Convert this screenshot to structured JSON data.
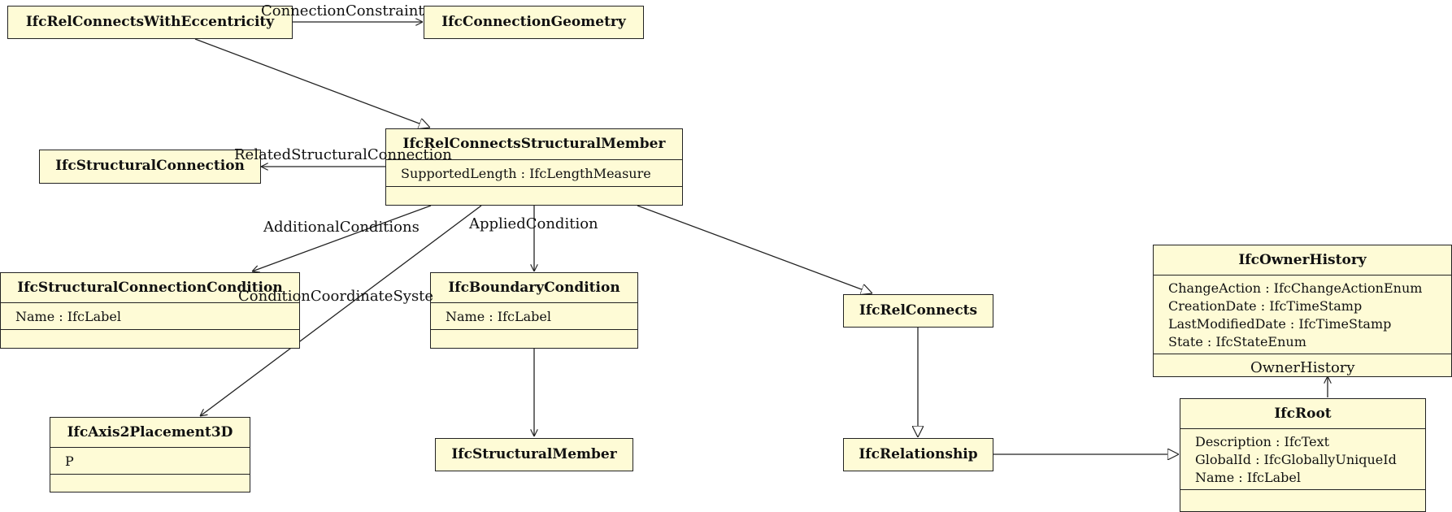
{
  "classes": {
    "rel_ecc": {
      "name": "IfcRelConnectsWithEccentricity"
    },
    "conn_geom": {
      "name": "IfcConnectionGeometry"
    },
    "struct_conn": {
      "name": "IfcStructuralConnection"
    },
    "rel_csm": {
      "name": "IfcRelConnectsStructuralMember",
      "attrs": [
        "SupportedLength : IfcLengthMeasure"
      ]
    },
    "struct_cond": {
      "name": "IfcStructuralConnectionCondition",
      "attrs": [
        "Name : IfcLabel"
      ]
    },
    "boundary": {
      "name": "IfcBoundaryCondition",
      "attrs": [
        "Name : IfcLabel"
      ]
    },
    "rel_connects": {
      "name": "IfcRelConnects"
    },
    "owner": {
      "name": "IfcOwnerHistory",
      "attrs": [
        "ChangeAction : IfcChangeActionEnum",
        "CreationDate : IfcTimeStamp",
        "LastModifiedDate : IfcTimeStamp",
        "State : IfcStateEnum"
      ]
    },
    "axis": {
      "name": "IfcAxis2Placement3D",
      "attrs": [
        "P"
      ]
    },
    "member": {
      "name": "IfcStructuralMember"
    },
    "relationship": {
      "name": "IfcRelationship"
    },
    "root": {
      "name": "IfcRoot",
      "attrs": [
        "Description : IfcText",
        "GlobalId : IfcGloballyUniqueId",
        "Name : IfcLabel"
      ]
    }
  },
  "edge_labels": {
    "connection_constraint": "ConnectionConstraint",
    "related_structural_connection": "RelatedStructuralConnection",
    "additional_conditions": "AdditionalConditions",
    "applied_condition": "AppliedCondition",
    "condition_coordinate_system": "ConditionCoordinateSyste",
    "owner_history": "OwnerHistory"
  }
}
